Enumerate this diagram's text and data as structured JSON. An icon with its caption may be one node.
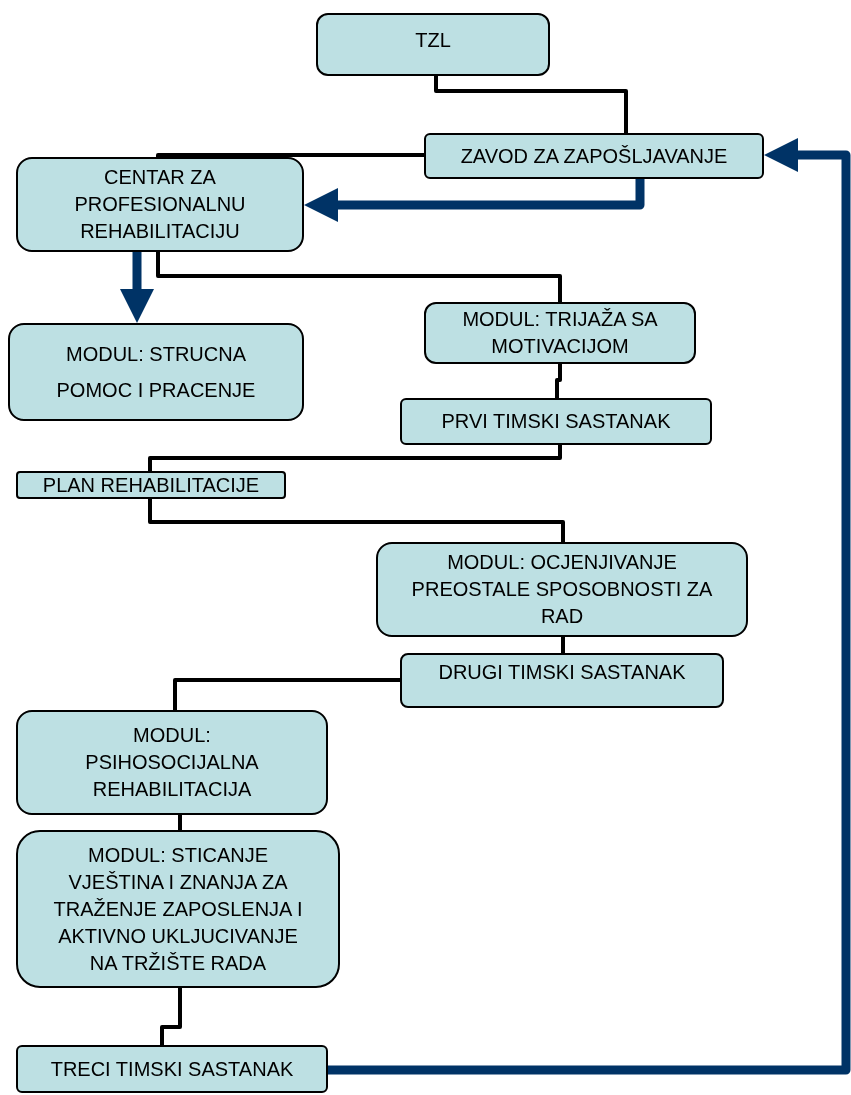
{
  "diagram": {
    "nodes": [
      {
        "text": [
          "TZL"
        ]
      },
      {
        "text": [
          "ZAVOD ZA ZAPOŠLJAVANJE"
        ]
      },
      {
        "text": [
          "CENTAR ZA PROFESIONALNU REHABILITACIJU"
        ]
      },
      {
        "text": [
          "MODUL:  STRUCNA POMOC I PRACENJE"
        ]
      },
      {
        "text": [
          "MODUL:  TRIJAŽA SA MOTIVACIJOM"
        ]
      },
      {
        "text": [
          "PRVI TIMSKI SASTANAK"
        ]
      },
      {
        "text": [
          "PLAN REHABILITACIJE"
        ]
      },
      {
        "text": [
          "MODUL: OCJENJIVANJE PREOSTALE SPOSOBNOSTI ZA RAD"
        ]
      },
      {
        "text": [
          "DRUGI TIMSKI SASTANAK"
        ]
      },
      {
        "text": [
          "MODUL: PSIHOSOCIJALNA REHABILITACIJA"
        ]
      },
      {
        "text": [
          "MODUL:  STICANJE VJEŠTINA I ZNANJA ZA TRAŽENJE ZAPOSLENJA I AKTIVNO UKLJUCIVANJE NA TRŽIŠTE RADA"
        ]
      },
      {
        "text": [
          "TRECI TIMSKI SASTANAK"
        ]
      }
    ],
    "edges": [
      {
        "from": 0,
        "to": 1,
        "arrow": "none"
      },
      {
        "from": 1,
        "to": 2,
        "arrow": "none"
      },
      {
        "from": 1,
        "to": 2,
        "arrow": "to",
        "style": "thick",
        "color": "#003366"
      },
      {
        "from": 2,
        "to": 3,
        "arrow": "to",
        "style": "thick",
        "color": "#003366"
      },
      {
        "from": 2,
        "to": 4,
        "arrow": "none"
      },
      {
        "from": 4,
        "to": 5,
        "arrow": "none"
      },
      {
        "from": 5,
        "to": 6,
        "arrow": "none"
      },
      {
        "from": 6,
        "to": 7,
        "arrow": "none"
      },
      {
        "from": 7,
        "to": 8,
        "arrow": "none"
      },
      {
        "from": 8,
        "to": 9,
        "arrow": "none"
      },
      {
        "from": 9,
        "to": 10,
        "arrow": "none"
      },
      {
        "from": 10,
        "to": 11,
        "arrow": "none"
      },
      {
        "from": 11,
        "to": 1,
        "arrow": "to",
        "style": "thick",
        "color": "#003366"
      }
    ]
  }
}
